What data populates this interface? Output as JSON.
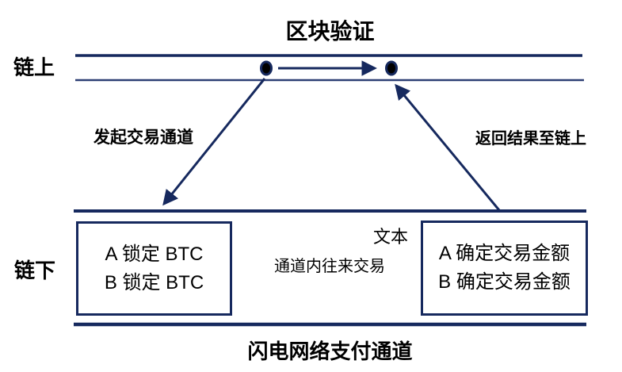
{
  "colors": {
    "line": "#16295E",
    "text": "#000000",
    "background": "#FFFFFF"
  },
  "diagram": {
    "top_title": "区块验证",
    "onchain_label": "链上",
    "offchain_label": "链下",
    "left_arrow_label": "发起交易通道",
    "right_arrow_label": "返回结果至链上",
    "text_label": "文本",
    "channel_activity_label": "通道内往来交易",
    "lock_box": {
      "line1": "A 锁定 BTC",
      "line2": "B 锁定 BTC"
    },
    "confirm_box": {
      "line1": "A 确定交易金额",
      "line2": "B 确定交易金额"
    },
    "bottom_title": "闪电网络支付通道"
  }
}
